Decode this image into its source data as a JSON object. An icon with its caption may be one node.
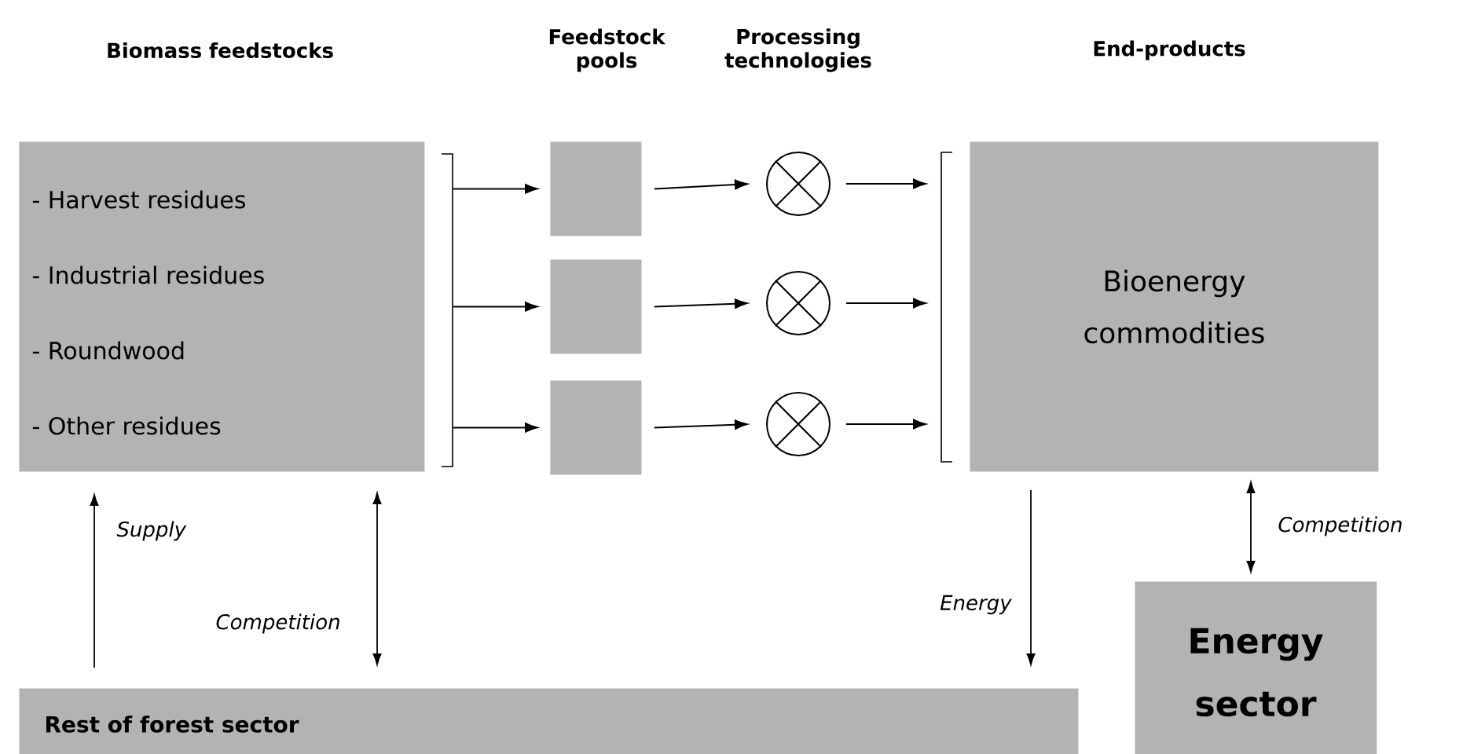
{
  "diagram": {
    "nodes": [
      {
        "text": [
          "- Harvest residues",
          "- Industrial residues",
          "- Roundwood",
          "- Other residues"
        ]
      },
      {
        "text": [],
        "shape": "box"
      },
      {
        "text": [],
        "shape": "box"
      },
      {
        "text": [],
        "shape": "box"
      },
      {
        "text": [],
        "shape": "circle"
      },
      {
        "text": [],
        "shape": "circle"
      },
      {
        "text": [],
        "shape": "circle"
      },
      {
        "text": [
          "Bioenergy commodities"
        ]
      },
      {
        "text": [
          "Rest of forest sector"
        ]
      },
      {
        "text": [
          "Energy sector"
        ]
      }
    ],
    "edges": [
      {
        "from": 0,
        "to": 1,
        "arrow": "to"
      },
      {
        "from": 0,
        "to": 2,
        "arrow": "to"
      },
      {
        "from": 0,
        "to": 3,
        "arrow": "to"
      },
      {
        "from": 1,
        "to": 4,
        "arrow": "to"
      },
      {
        "from": 2,
        "to": 5,
        "arrow": "to"
      },
      {
        "from": 3,
        "to": 6,
        "arrow": "to"
      },
      {
        "from": 4,
        "to": 7,
        "arrow": "to"
      },
      {
        "from": 5,
        "to": 7,
        "arrow": "to"
      },
      {
        "from": 6,
        "to": 7,
        "arrow": "to"
      },
      {
        "from": 8,
        "to": 0,
        "arrow": "to",
        "label": "Supply"
      },
      {
        "from": 0,
        "to": 8,
        "arrow": "both",
        "label": "Competition"
      },
      {
        "from": 7,
        "to": 8,
        "arrow": "to",
        "label": "Energy"
      },
      {
        "from": 7,
        "to": 9,
        "arrow": "both",
        "label": "Competition"
      }
    ],
    "labels": [
      "Biomass feedstocks",
      "Feedstock pools",
      "Processing technologies",
      "End-products"
    ]
  }
}
